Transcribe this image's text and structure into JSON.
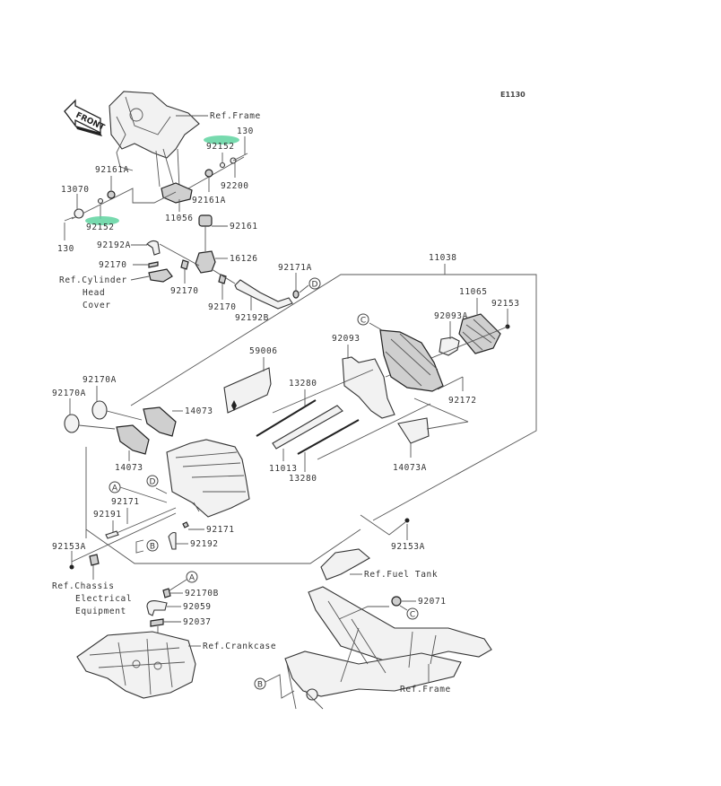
{
  "diagram": {
    "code": "E1130",
    "front_arrow": "FRONT",
    "highlight_color": "#5fd3a0",
    "labels": {
      "ref_frame_top": "Ref.Frame",
      "p130_top": "130",
      "p92152_top": "92152",
      "p92161A_left": "92161A",
      "p92200": "92200",
      "p92161A_right": "92161A",
      "p13070": "13070",
      "p92152_bottom": "92152",
      "p130_bottom": "130",
      "p11056": "11056",
      "p92161": "92161",
      "p92192A": "92192A",
      "p16126": "16126",
      "p92170_left": "92170",
      "p92170_mid": "92170",
      "p92170_right": "92170",
      "p92171A": "92171A",
      "p92192B": "92192B",
      "ref_cyl_1": "Ref.Cylinder",
      "ref_cyl_2": "Head",
      "ref_cyl_3": "Cover",
      "p11038": "11038",
      "p11065": "11065",
      "p92153": "92153",
      "p92093A": "92093A",
      "p92093": "92093",
      "p59006": "59006",
      "p92172": "92172",
      "p13280_top": "13280",
      "p13280_bottom": "13280",
      "p11013": "11013",
      "p14073A": "14073A",
      "p92170A_top": "92170A",
      "p92170A_left": "92170A",
      "p14073_top": "14073",
      "p14073_bottom": "14073",
      "p92171_left": "92171",
      "p92191": "92191",
      "p92171_right": "92171",
      "p92192": "92192",
      "p92153A_left": "92153A",
      "p92153A_right": "92153A",
      "ref_fuel_tank": "Ref.Fuel Tank",
      "ref_chassis_1": "Ref.Chassis",
      "ref_chassis_2": "Electrical",
      "ref_chassis_3": "Equipment",
      "p92170B": "92170B",
      "p92059": "92059",
      "p92037": "92037",
      "ref_crankcase": "Ref.Crankcase",
      "p92071": "92071",
      "ref_frame_bottom": "Ref.Frame"
    },
    "callouts": {
      "A": "A",
      "B": "B",
      "C": "C",
      "D": "D"
    }
  }
}
